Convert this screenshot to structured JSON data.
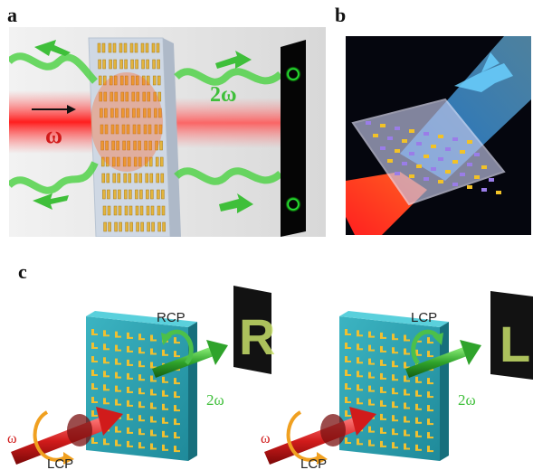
{
  "panels": {
    "a": {
      "label": "a",
      "omega_label": "ω",
      "second_harmonic_label": "2ω"
    },
    "b": {
      "label": "b"
    },
    "c": {
      "label": "c",
      "left": {
        "output_polarization": "RCP",
        "input_polarization": "LCP",
        "omega_label": "ω",
        "second_harmonic_label": "2ω",
        "image_letter": "R"
      },
      "right": {
        "output_polarization": "LCP",
        "input_polarization": "LCP",
        "omega_label": "ω",
        "second_harmonic_label": "2ω",
        "image_letter": "L"
      }
    }
  },
  "colors": {
    "pump_red": "#e8262a",
    "harmonic_green": "#3fbf3a",
    "gold_element": "#e0b43a",
    "metasurface_teal": "#2a9fb0",
    "orange_circular_arrow": "#f0a020",
    "blue_beam": "#1e90ff"
  }
}
